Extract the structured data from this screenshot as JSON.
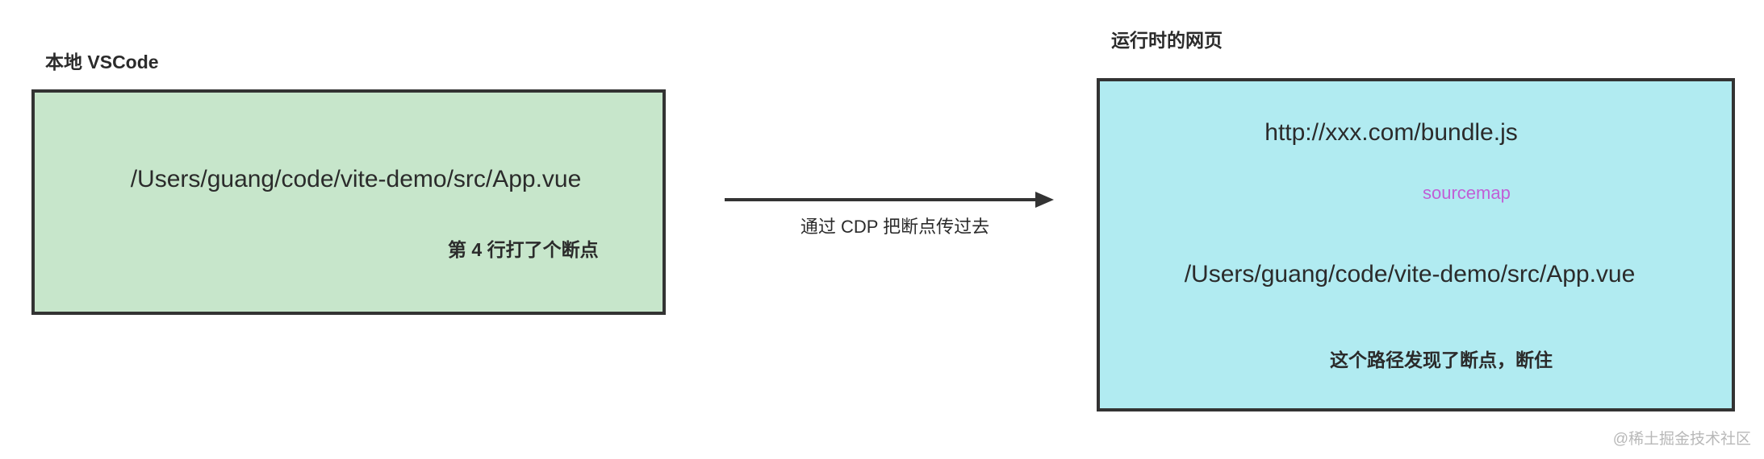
{
  "local": {
    "title": "本地 VSCode",
    "path": "/Users/guang/code/vite-demo/src/App.vue",
    "note": "第 4 行打了个断点"
  },
  "transfer": {
    "label": "通过 CDP 把断点传过去"
  },
  "runtime": {
    "title": "运行时的网页",
    "bundle_url": "http://xxx.com/bundle.js",
    "mapping_label": "sourcemap",
    "path": "/Users/guang/code/vite-demo/src/App.vue",
    "note": "这个路径发现了断点，断住"
  },
  "watermark": "@稀土掘金技术社区",
  "colors": {
    "local_fill": "#c7e6cb",
    "runtime_fill": "#b1ebf1",
    "stroke": "#333333",
    "sourcemap": "#c15fd6"
  }
}
